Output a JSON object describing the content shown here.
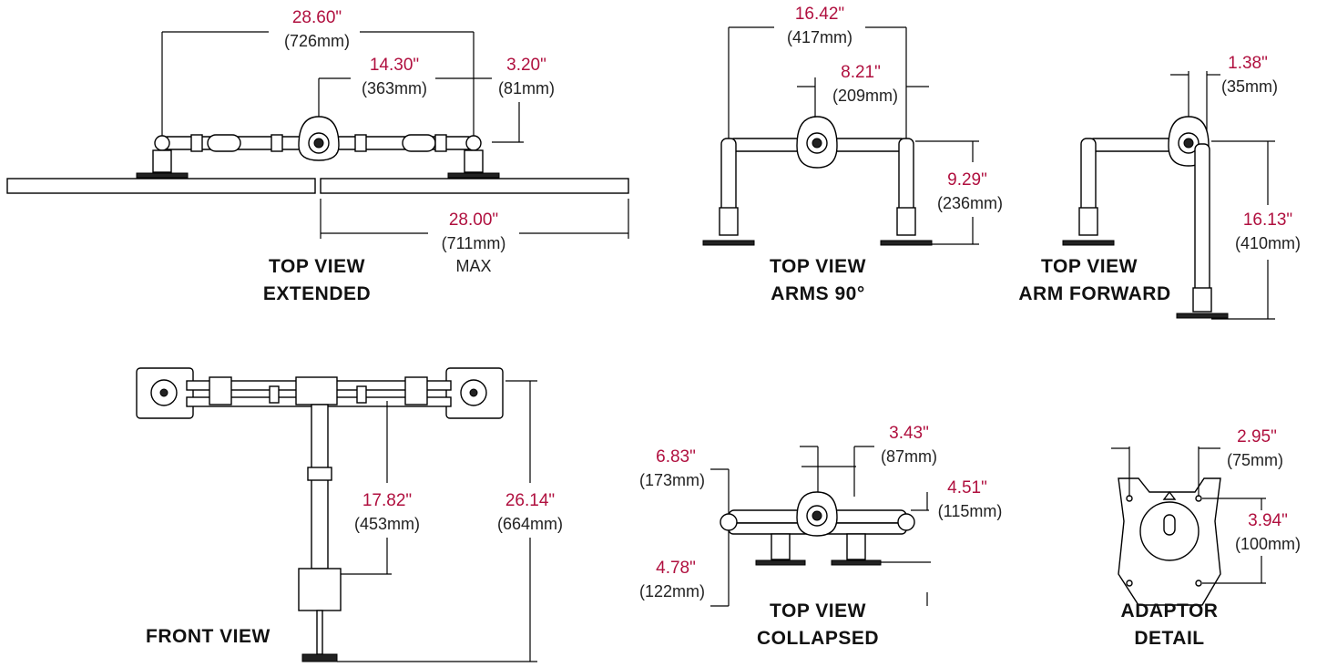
{
  "colors": {
    "dimension": "#b0103f",
    "metric": "#222222",
    "title": "#111111",
    "line": "#000000"
  },
  "views": {
    "top_extended": {
      "title_line1": "TOP VIEW",
      "title_line2": "EXTENDED",
      "overall_width": {
        "inch": "28.60\"",
        "mm": "(726mm)"
      },
      "half_width": {
        "inch": "14.30\"",
        "mm": "(363mm)"
      },
      "arm_depth": {
        "inch": "3.20\"",
        "mm": "(81mm)"
      },
      "monitor_width": {
        "inch": "28.00\"",
        "mm": "(711mm)",
        "note": "MAX"
      }
    },
    "top_arms90": {
      "title_line1": "TOP VIEW",
      "title_line2": "ARMS 90°",
      "overall_width": {
        "inch": "16.42\"",
        "mm": "(417mm)"
      },
      "half_width": {
        "inch": "8.21\"",
        "mm": "(209mm)"
      },
      "depth": {
        "inch": "9.29\"",
        "mm": "(236mm)"
      }
    },
    "top_arm_forward": {
      "title_line1": "TOP VIEW",
      "title_line2": "ARM FORWARD",
      "offset": {
        "inch": "1.38\"",
        "mm": "(35mm)"
      },
      "depth": {
        "inch": "16.13\"",
        "mm": "(410mm)"
      }
    },
    "front": {
      "title": "FRONT VIEW",
      "arm_height": {
        "inch": "17.82\"",
        "mm": "(453mm)"
      },
      "overall_height": {
        "inch": "26.14\"",
        "mm": "(664mm)"
      }
    },
    "top_collapsed": {
      "title_line1": "TOP VIEW",
      "title_line2": "COLLAPSED",
      "width": {
        "inch": "6.83\"",
        "mm": "(173mm)"
      },
      "center_width": {
        "inch": "3.43\"",
        "mm": "(87mm)"
      },
      "depth_a": {
        "inch": "4.51\"",
        "mm": "(115mm)"
      },
      "depth_b": {
        "inch": "4.78\"",
        "mm": "(122mm)"
      }
    },
    "adaptor": {
      "title_line1": "ADAPTOR",
      "title_line2": "DETAIL",
      "width": {
        "inch": "2.95\"",
        "mm": "(75mm)"
      },
      "height": {
        "inch": "3.94\"",
        "mm": "(100mm)"
      }
    }
  }
}
